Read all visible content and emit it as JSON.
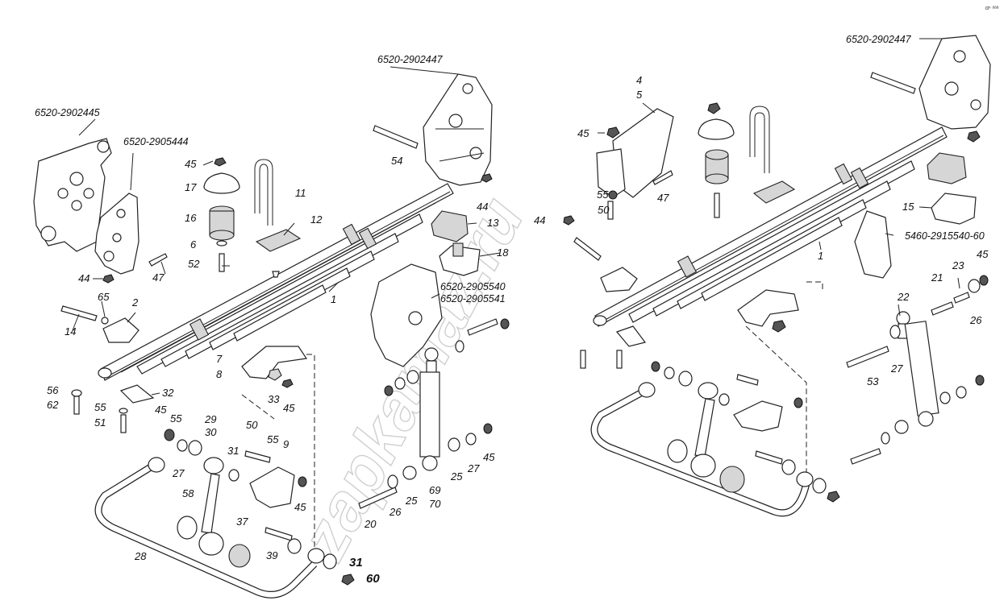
{
  "corner_mark": "αⁿ ᵃᵃᵃ",
  "watermark": "zapkamaz.ru",
  "left_assembly": {
    "part_numbers": {
      "bracket_front_a": "6520-2902445",
      "bracket_front_b": "6520-2905444",
      "bracket_rear": "6520-2902447",
      "bracket_mid_a": "6520-2905540",
      "bracket_mid_b": "6520-2905541"
    },
    "labels": {
      "l1": "1",
      "l2": "2",
      "l6": "6",
      "l7": "7",
      "l8": "8",
      "l9": "9",
      "l11": "11",
      "l12": "12",
      "l13": "13",
      "l14": "14",
      "l16": "16",
      "l17": "17",
      "l18": "18",
      "l20": "20",
      "l25a": "25",
      "l25b": "25",
      "l26": "26",
      "l27a": "27",
      "l27b": "27",
      "l28": "28",
      "l29": "29",
      "l30": "30",
      "l31a": "31",
      "l31b": "31",
      "l32": "32",
      "l33": "33",
      "l37": "37",
      "l39": "39",
      "l44a": "44",
      "l44b": "44",
      "l45a": "45",
      "l45b": "45",
      "l45c": "45",
      "l45d": "45",
      "l45e": "45",
      "l47": "47",
      "l50": "50",
      "l51": "51",
      "l52": "52",
      "l54": "54",
      "l55a": "55",
      "l55b": "55",
      "l55c": "55",
      "l56": "56",
      "l58": "58",
      "l60": "60",
      "l62": "62",
      "l65": "65",
      "l69": "69",
      "l70": "70"
    }
  },
  "right_assembly": {
    "part_numbers": {
      "bracket_rear": "6520-2902447",
      "bracket_side": "5460-2915540-60"
    },
    "labels": {
      "l1": "1",
      "l4": "4",
      "l5": "5",
      "l15": "15",
      "l21": "21",
      "l22": "22",
      "l23": "23",
      "l26": "26",
      "l27": "27",
      "l44": "44",
      "l45a": "45",
      "l45b": "45",
      "l47": "47",
      "l50": "50",
      "l53": "53",
      "l55": "55"
    }
  }
}
